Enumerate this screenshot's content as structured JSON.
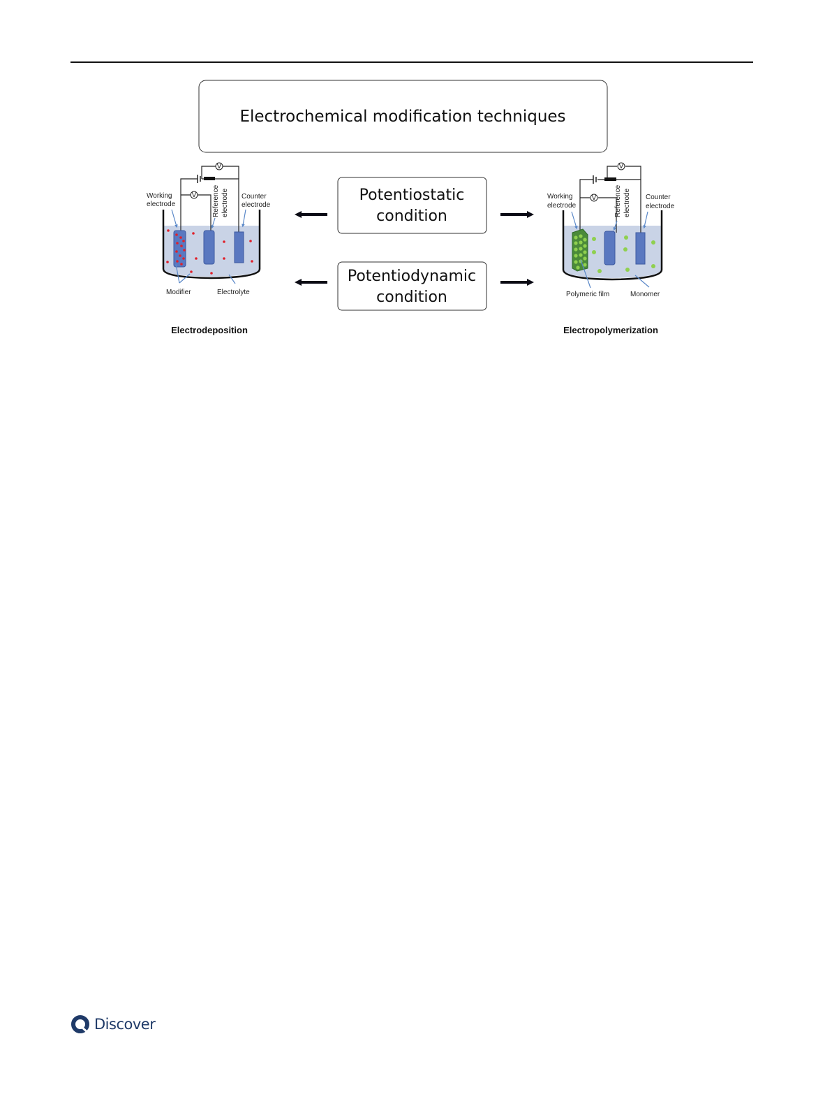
{
  "figure": {
    "title": "Electrochemical modification techniques",
    "conditions": [
      {
        "line1": "Potentiostatic",
        "line2": "condition"
      },
      {
        "line1": "Potentiodynamic",
        "line2": "condition"
      }
    ],
    "left_cell": {
      "caption": "Electrodeposition",
      "working": [
        "Working",
        "electrode"
      ],
      "reference": [
        "Reference",
        "electrode"
      ],
      "counter": [
        "Counter",
        "electrode"
      ],
      "voltmeter": "V",
      "modifier": "Modifier",
      "electrolyte": "Electrolyte"
    },
    "right_cell": {
      "caption": "Electropolymerization",
      "working": [
        "Working",
        "electrode"
      ],
      "reference": [
        "Reference",
        "electrode"
      ],
      "counter": [
        "Counter",
        "electrode"
      ],
      "voltmeter": "V",
      "film": "Polymeric film",
      "monomer": "Monomer"
    },
    "colors": {
      "electrode": "#5a78c0",
      "modifier": "#e0202a",
      "monomer": "#7dc142",
      "electrolyte": "#c9d3e6"
    }
  },
  "footer": {
    "brand": "Discover"
  }
}
